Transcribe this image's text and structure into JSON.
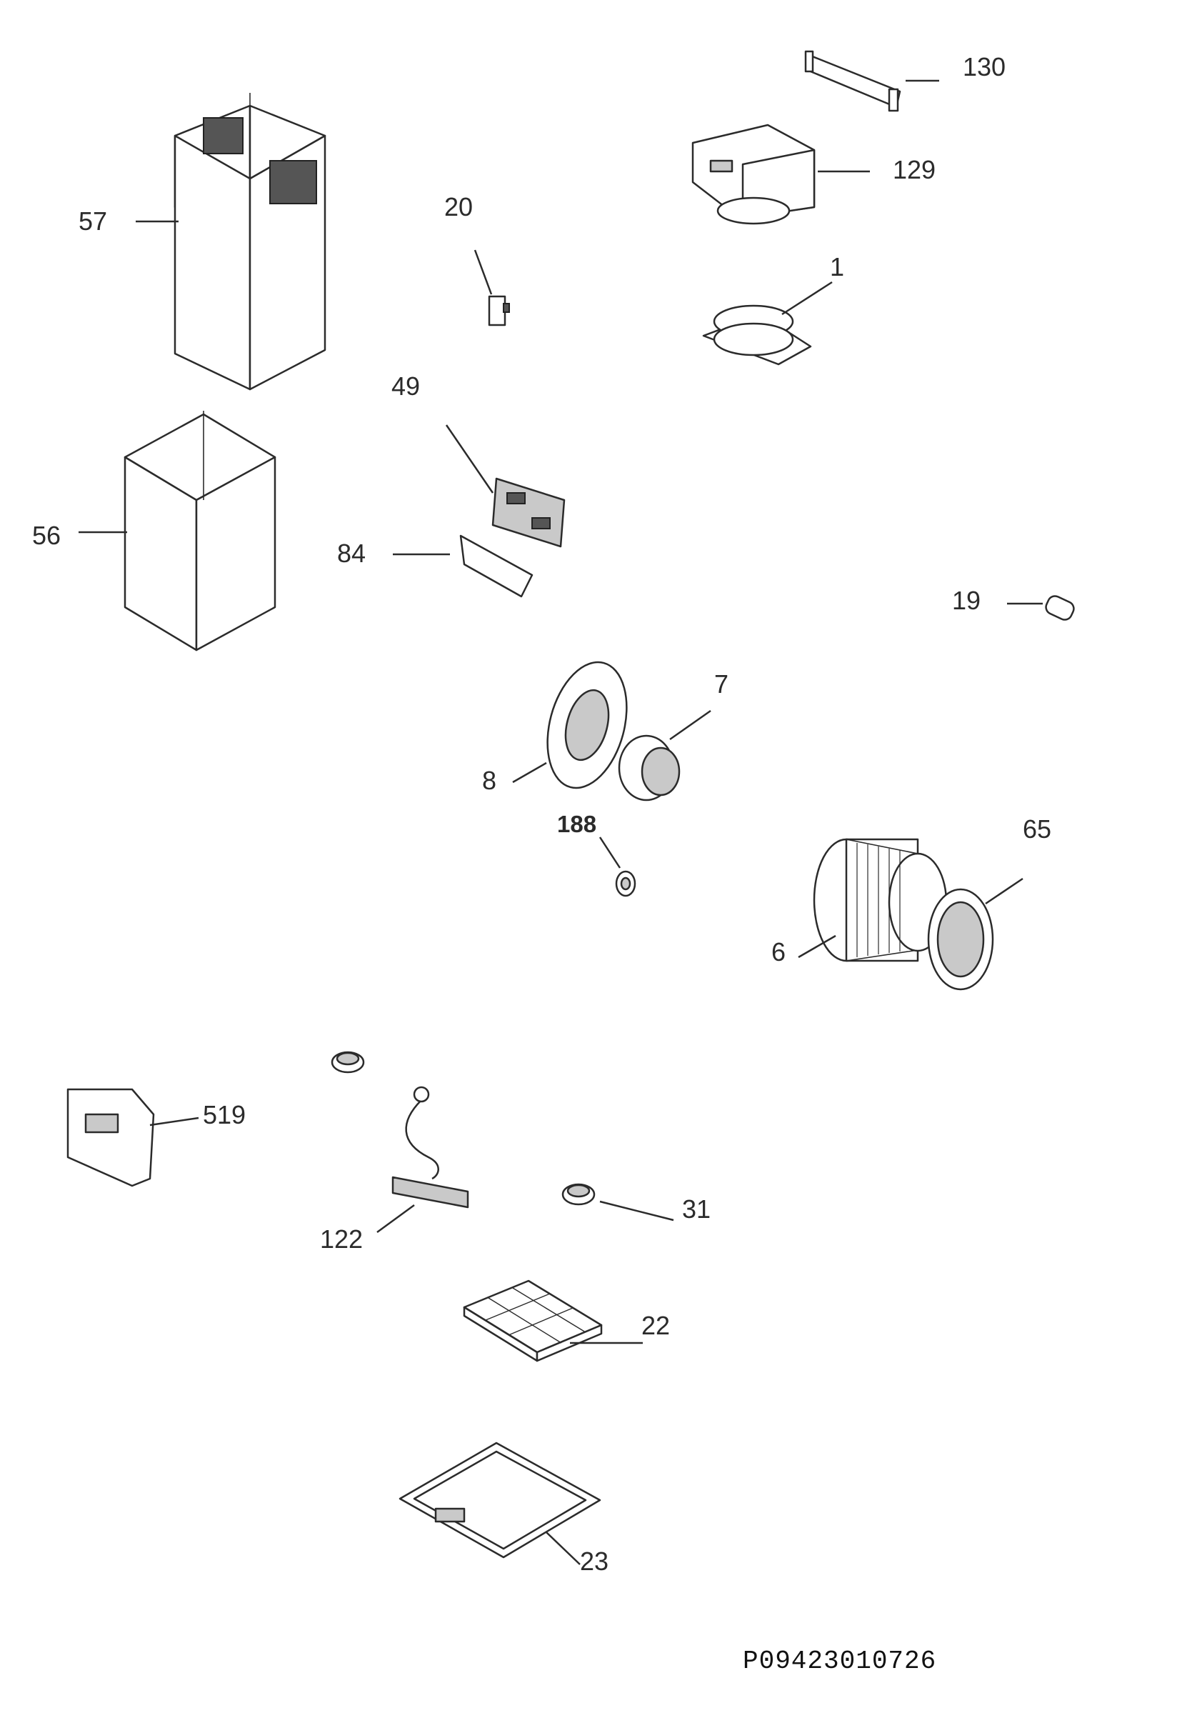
{
  "diagram": {
    "callouts": {
      "p130": "130",
      "p129": "129",
      "p1": "1",
      "p57": "57",
      "p20": "20",
      "p49": "49",
      "p56": "56",
      "p84": "84",
      "p19": "19",
      "p7": "7",
      "p8": "8",
      "p188": "188",
      "p65": "65",
      "p6": "6",
      "p519": "519",
      "p31": "31",
      "p122": "122",
      "p22": "22",
      "p23": "23"
    },
    "document_number": "P09423010726"
  }
}
